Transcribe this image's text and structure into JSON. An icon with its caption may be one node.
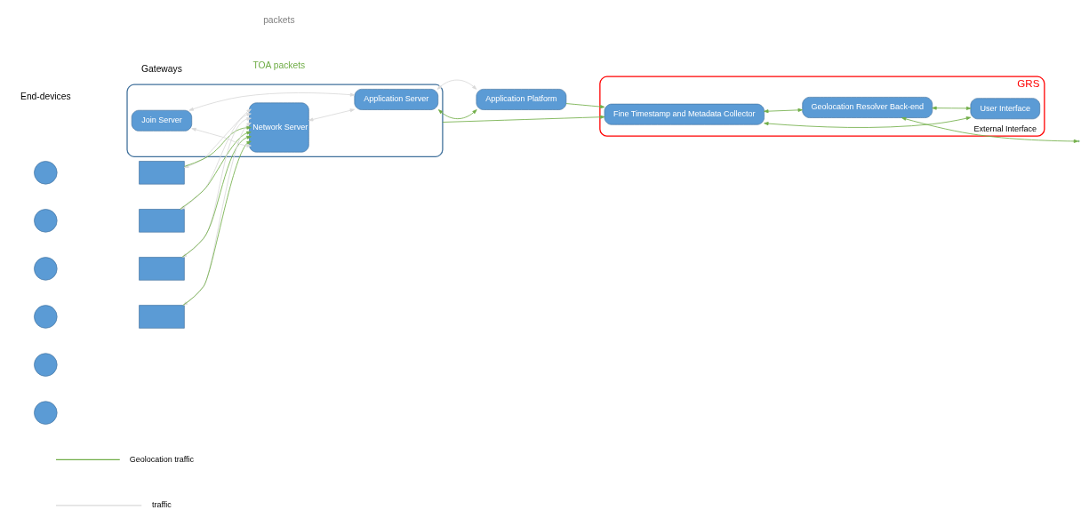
{
  "diagram": {
    "nodes": [
      {
        "text": [],
        "shape": "circle"
      },
      {
        "text": [],
        "shape": "circle"
      },
      {
        "text": [],
        "shape": "circle"
      },
      {
        "text": [],
        "shape": "circle"
      },
      {
        "text": [],
        "shape": "circle"
      },
      {
        "text": [],
        "shape": "circle"
      },
      {
        "text": [],
        "shape": "box"
      },
      {
        "text": [],
        "shape": "box"
      },
      {
        "text": [],
        "shape": "box"
      },
      {
        "text": [],
        "shape": "box"
      },
      {
        "text": [],
        "shape": "box"
      },
      {
        "text": [
          "Join Server"
        ],
        "in": 10
      },
      {
        "text": [
          "Network Server"
        ],
        "in": 10
      },
      {
        "text": [
          "Application Server"
        ],
        "in": 10
      },
      {
        "text": [
          "Application Platform"
        ]
      },
      {
        "text": [
          "GRS"
        ]
      },
      {
        "text": [
          "Fine Timestamp and Metadata Collector"
        ],
        "in": 15
      },
      {
        "text": [
          "User Interface"
        ],
        "in": 15
      },
      {
        "text": [
          "Geolocation Resolver Back-end"
        ],
        "in": 15
      }
    ],
    "edges": [
      {
        "from": 6,
        "to": 12,
        "arrow": "both",
        "color": "#d9d9d9"
      },
      {
        "from": 7,
        "to": 12,
        "arrow": "both",
        "color": "#d9d9d9"
      },
      {
        "from": 8,
        "to": 12,
        "arrow": "both",
        "color": "#d9d9d9"
      },
      {
        "from": 9,
        "to": 12,
        "arrow": "both",
        "color": "#d9d9d9"
      },
      {
        "from": 6,
        "to": 12,
        "arrow": "to"
      },
      {
        "from": 7,
        "to": 12,
        "arrow": "to"
      },
      {
        "from": 8,
        "to": 12,
        "arrow": "to"
      },
      {
        "from": 9,
        "to": 12,
        "arrow": "to"
      },
      {
        "from": 11,
        "to": 12,
        "arrow": "both",
        "color": "#d9d9d9"
      },
      {
        "from": 11,
        "to": 13,
        "arrow": "both",
        "color": "#d9d9d9"
      },
      {
        "from": 12,
        "to": 13,
        "arrow": "both",
        "color": "#d9d9d9"
      },
      {
        "from": 13,
        "to": 14,
        "arrow": "both",
        "color": "#d9d9d9"
      },
      {
        "from": 13,
        "to": 14,
        "arrow": "both"
      },
      {
        "from": 14,
        "to": 16,
        "arrow": "to"
      },
      {
        "from": 10,
        "to": 16,
        "arrow": "to"
      },
      {
        "from": 16,
        "to": 18,
        "arrow": "both"
      },
      {
        "from": 16,
        "to": 17,
        "arrow": "both"
      },
      {
        "from": 18,
        "to": 17,
        "arrow": "both"
      },
      {
        "from": 18,
        "to": null,
        "arrow": "both",
        "label": "External Interface"
      }
    ],
    "labels": [
      "End-devices",
      "Gateways",
      "packets",
      "TOA packets"
    ],
    "legend": [
      {
        "text": "Geolocation traffic"
      },
      {
        "text": "traffic"
      }
    ]
  }
}
